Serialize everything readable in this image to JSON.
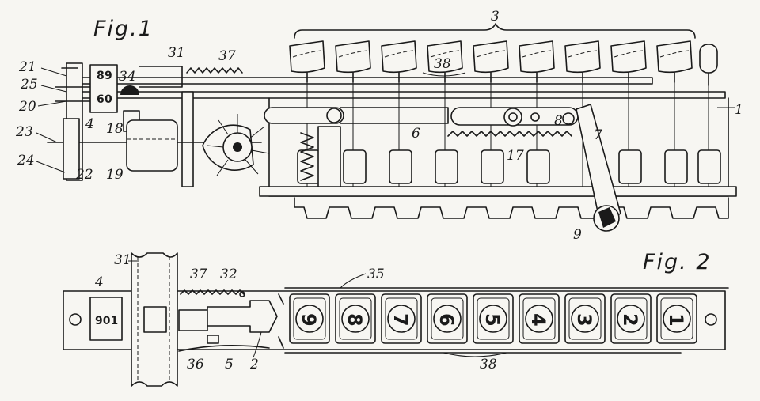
{
  "figures": {
    "fig1_title": "Fig.1",
    "fig2_title": "Fig. 2"
  },
  "fig1": {
    "labels": {
      "l3": "3",
      "l31": "31",
      "l37": "37",
      "l38": "38",
      "l21": "21",
      "l25": "25",
      "l20": "20",
      "l23": "23",
      "l24": "24",
      "l34": "34",
      "l4": "4",
      "l18": "18",
      "l22": "22",
      "l19": "19",
      "l1": "1",
      "l6": "6",
      "l8": "8",
      "l7": "7",
      "l17": "17",
      "l9": "9"
    },
    "drum_digits": [
      "8",
      "9",
      "6",
      "0"
    ]
  },
  "fig2": {
    "labels": {
      "l31": "31",
      "l4": "4",
      "l37": "37",
      "l32": "32",
      "l35": "35",
      "l36": "36",
      "l5": "5",
      "l2": "2",
      "l38": "38"
    },
    "counter_digits": "901",
    "keys": [
      "9",
      "8",
      "7",
      "6",
      "5",
      "4",
      "3",
      "2",
      "1"
    ]
  }
}
